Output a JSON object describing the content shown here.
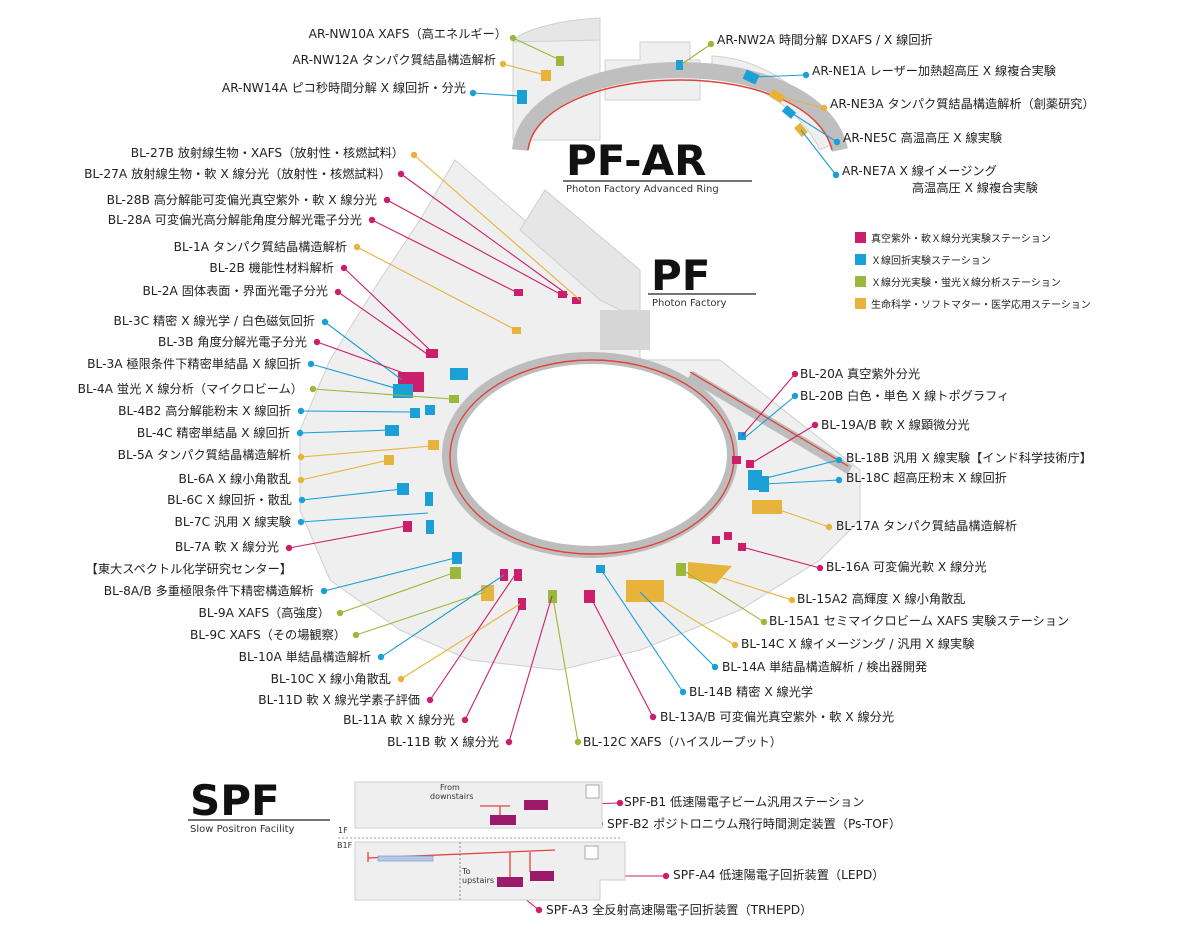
{
  "colors": {
    "magenta": "#cc1f6b",
    "cyan": "#1a9fd6",
    "green": "#9ab83a",
    "orange": "#e8b33a",
    "ring": "#e0433b",
    "floor": "#efefef",
    "floor_edge": "#cfcfcf",
    "core": "#bdbdbd"
  },
  "sections": {
    "pfar": {
      "title": "PF-AR",
      "subtitle": "Photon Factory Advanced Ring"
    },
    "pf": {
      "title": "PF",
      "subtitle": "Photon Factory"
    },
    "spf": {
      "title": "SPF",
      "subtitle": "Slow Positron Facility"
    }
  },
  "legend": [
    {
      "color": "magenta",
      "text": "真空紫外・軟Ｘ線分光実験ステーション"
    },
    {
      "color": "cyan",
      "text": "Ｘ線回折実験ステーション"
    },
    {
      "color": "green",
      "text": "Ｘ線分光実験・蛍光Ｘ線分析ステーション"
    },
    {
      "color": "orange",
      "text": "生命科学・ソフトマター・医学応用ステーション"
    }
  ],
  "pfar_labels": [
    {
      "text": "AR-NW10A XAFS（高エネルギー）",
      "color": "green"
    },
    {
      "text": "AR-NW12A タンパク質結晶構造解析",
      "color": "orange"
    },
    {
      "text": "AR-NW14A ピコ秒時間分解 X 線回折・分光",
      "color": "cyan"
    },
    {
      "text": "AR-NW2A 時間分解 DXAFS / X 線回折",
      "color": "green"
    },
    {
      "text": "AR-NE1A レーザー加熱超高圧 X 線複合実験",
      "color": "cyan"
    },
    {
      "text": "AR-NE3A タンパク質結晶構造解析（創薬研究）",
      "color": "orange"
    },
    {
      "text": "AR-NE5C 高温高圧 X 線実験",
      "color": "cyan"
    },
    {
      "text": "AR-NE7A X 線イメージング",
      "color": "cyan"
    },
    {
      "text": "高温高圧 X 線複合実験",
      "color": "cyan"
    }
  ],
  "pf_left_labels": [
    {
      "text": "BL-27B 放射線生物・XAFS（放射性・核燃試料）",
      "color": "orange"
    },
    {
      "text": "BL-27A 放射線生物・軟 X 線分光（放射性・核燃試料）",
      "color": "magenta"
    },
    {
      "text": "BL-28B 高分解能可変偏光真空紫外・軟 X 線分光",
      "color": "magenta"
    },
    {
      "text": "BL-28A 可変偏光高分解能角度分解光電子分光",
      "color": "magenta"
    },
    {
      "text": "BL-1A タンパク質結晶構造解析",
      "color": "orange"
    },
    {
      "text": "BL-2B 機能性材料解析",
      "color": "magenta"
    },
    {
      "text": "BL-2A 固体表面・界面光電子分光",
      "color": "magenta"
    },
    {
      "text": "BL-3C 精密 X 線光学 / 白色磁気回折",
      "color": "cyan"
    },
    {
      "text": "BL-3B 角度分解光電子分光",
      "color": "magenta"
    },
    {
      "text": "BL-3A 極限条件下精密単結晶 X 線回折",
      "color": "cyan"
    },
    {
      "text": "BL-4A 蛍光 X 線分析（マイクロビーム）",
      "color": "green"
    },
    {
      "text": "BL-4B2 高分解能粉末 X 線回折",
      "color": "cyan"
    },
    {
      "text": "BL-4C 精密単結晶 X 線回折",
      "color": "cyan"
    },
    {
      "text": "BL-5A タンパク質結晶構造解析",
      "color": "orange"
    },
    {
      "text": "BL-6A X 線小角散乱",
      "color": "orange"
    },
    {
      "text": "BL-6C X 線回折・散乱",
      "color": "cyan"
    },
    {
      "text": "BL-7C 汎用 X 線実験",
      "color": "cyan"
    },
    {
      "text": "BL-7A 軟 X 線分光",
      "color": "magenta"
    },
    {
      "text": "【東大スペクトル化学研究センター】",
      "color": ""
    },
    {
      "text": "BL-8A/B 多重極限条件下精密構造解析",
      "color": "cyan"
    },
    {
      "text": "BL-9A XAFS（高強度）",
      "color": "green"
    },
    {
      "text": "BL-9C XAFS（その場観察）",
      "color": "green"
    },
    {
      "text": "BL-10A 単結晶構造解析",
      "color": "cyan"
    },
    {
      "text": "BL-10C X 線小角散乱",
      "color": "orange"
    },
    {
      "text": "BL-11D 軟 X 線光学素子評価",
      "color": "magenta"
    },
    {
      "text": "BL-11A 軟 X 線分光",
      "color": "magenta"
    },
    {
      "text": "BL-11B 軟 X 線分光",
      "color": "magenta"
    }
  ],
  "pf_bottom_labels": [
    {
      "text": "BL-12C XAFS（ハイスループット）",
      "color": "green"
    },
    {
      "text": "BL-13A/B 可変偏光真空紫外・軟 X 線分光",
      "color": "magenta"
    },
    {
      "text": "BL-14B 精密 X 線光学",
      "color": "cyan"
    },
    {
      "text": "BL-14A 単結晶構造解析 / 検出器開発",
      "color": "cyan"
    }
  ],
  "pf_right_labels": [
    {
      "text": "BL-20A 真空紫外分光",
      "color": "magenta"
    },
    {
      "text": "BL-20B 白色・単色 X 線トポグラフィ",
      "color": "cyan"
    },
    {
      "text": "BL-19A/B 軟 X 線顕微分光",
      "color": "magenta"
    },
    {
      "text": "BL-18B 汎用 X 線実験【インド科学技術庁】",
      "color": "cyan"
    },
    {
      "text": "BL-18C 超高圧粉末 X 線回折",
      "color": "cyan"
    },
    {
      "text": "BL-17A タンパク質結晶構造解析",
      "color": "orange"
    },
    {
      "text": "BL-16A 可変偏光軟 X 線分光",
      "color": "magenta"
    },
    {
      "text": "BL-15A2 高輝度 X 線小角散乱",
      "color": "orange"
    },
    {
      "text": "BL-15A1 セミマイクロビーム XAFS 実験ステーション",
      "color": "green"
    },
    {
      "text": "BL-14C X 線イメージング / 汎用 X 線実験",
      "color": "orange"
    }
  ],
  "spf_labels": [
    {
      "text": "SPF-B1 低速陽電子ビーム汎用ステーション",
      "color": "magenta"
    },
    {
      "text": "SPF-B2 ポジトロニウム飛行時間測定装置（Ps-TOF）",
      "color": "magenta"
    },
    {
      "text": "SPF-A4 低速陽電子回折装置（LEPD）",
      "color": "magenta"
    },
    {
      "text": "SPF-A3 全反射高速陽電子回折装置（TRHEPD）",
      "color": "magenta"
    }
  ],
  "spf_floor": {
    "from_downstairs": [
      "From",
      "downstairs"
    ],
    "to_upstairs": [
      "To",
      "upstairs"
    ],
    "floor_1f": "1F",
    "floor_b1f": "B1F"
  }
}
